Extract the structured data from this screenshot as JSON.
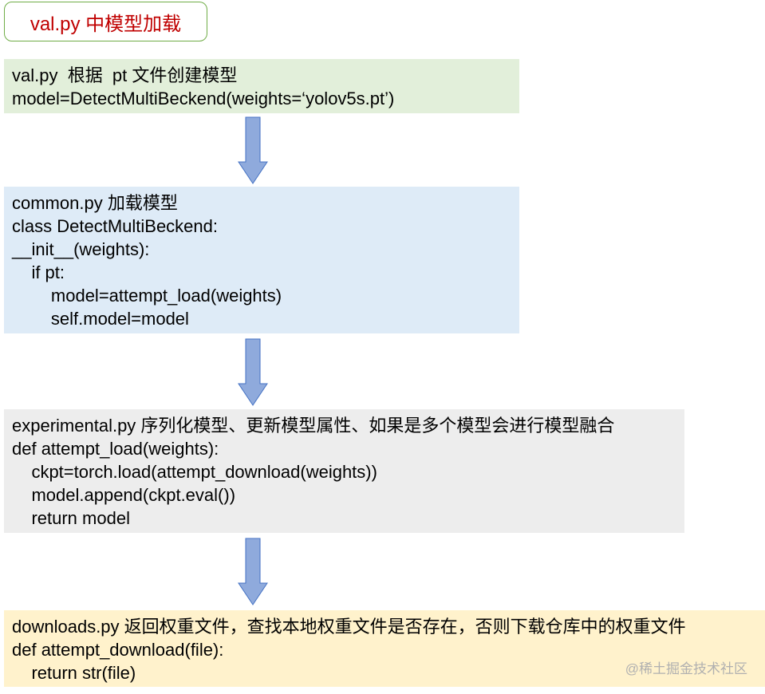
{
  "title": "val.py 中模型加载",
  "blocks": [
    {
      "lines": [
        "val.py  根据  pt 文件创建模型",
        "model=DetectMultiBeckend(weights=‘yolov5s.pt’)"
      ]
    },
    {
      "lines": [
        "common.py 加载模型",
        "class DetectMultiBeckend:",
        "__init__(weights):",
        "    if pt:",
        "        model=attempt_load(weights)",
        "        self.model=model"
      ]
    },
    {
      "lines": [
        "experimental.py 序列化模型、更新模型属性、如果是多个模型会进行模型融合",
        "def attempt_load(weights):",
        "    ckpt=torch.load(attempt_download(weights))",
        "    model.append(ckpt.eval())",
        "    return model"
      ]
    },
    {
      "lines": [
        "downloads.py 返回权重文件，查找本地权重文件是否存在，否则下载仓库中的权重文件",
        "def attempt_download(file):",
        "    return str(file)"
      ]
    }
  ],
  "watermark": "@稀土掘金技术社区",
  "colors": {
    "title_text": "#c00000",
    "title_border": "#70ad47",
    "block_1_bg": "#e2efda",
    "block_2_bg": "#deebf7",
    "block_3_bg": "#ededed",
    "block_4_bg": "#fff2cc",
    "arrow_fill": "#8faadc",
    "arrow_stroke": "#4472c4"
  }
}
